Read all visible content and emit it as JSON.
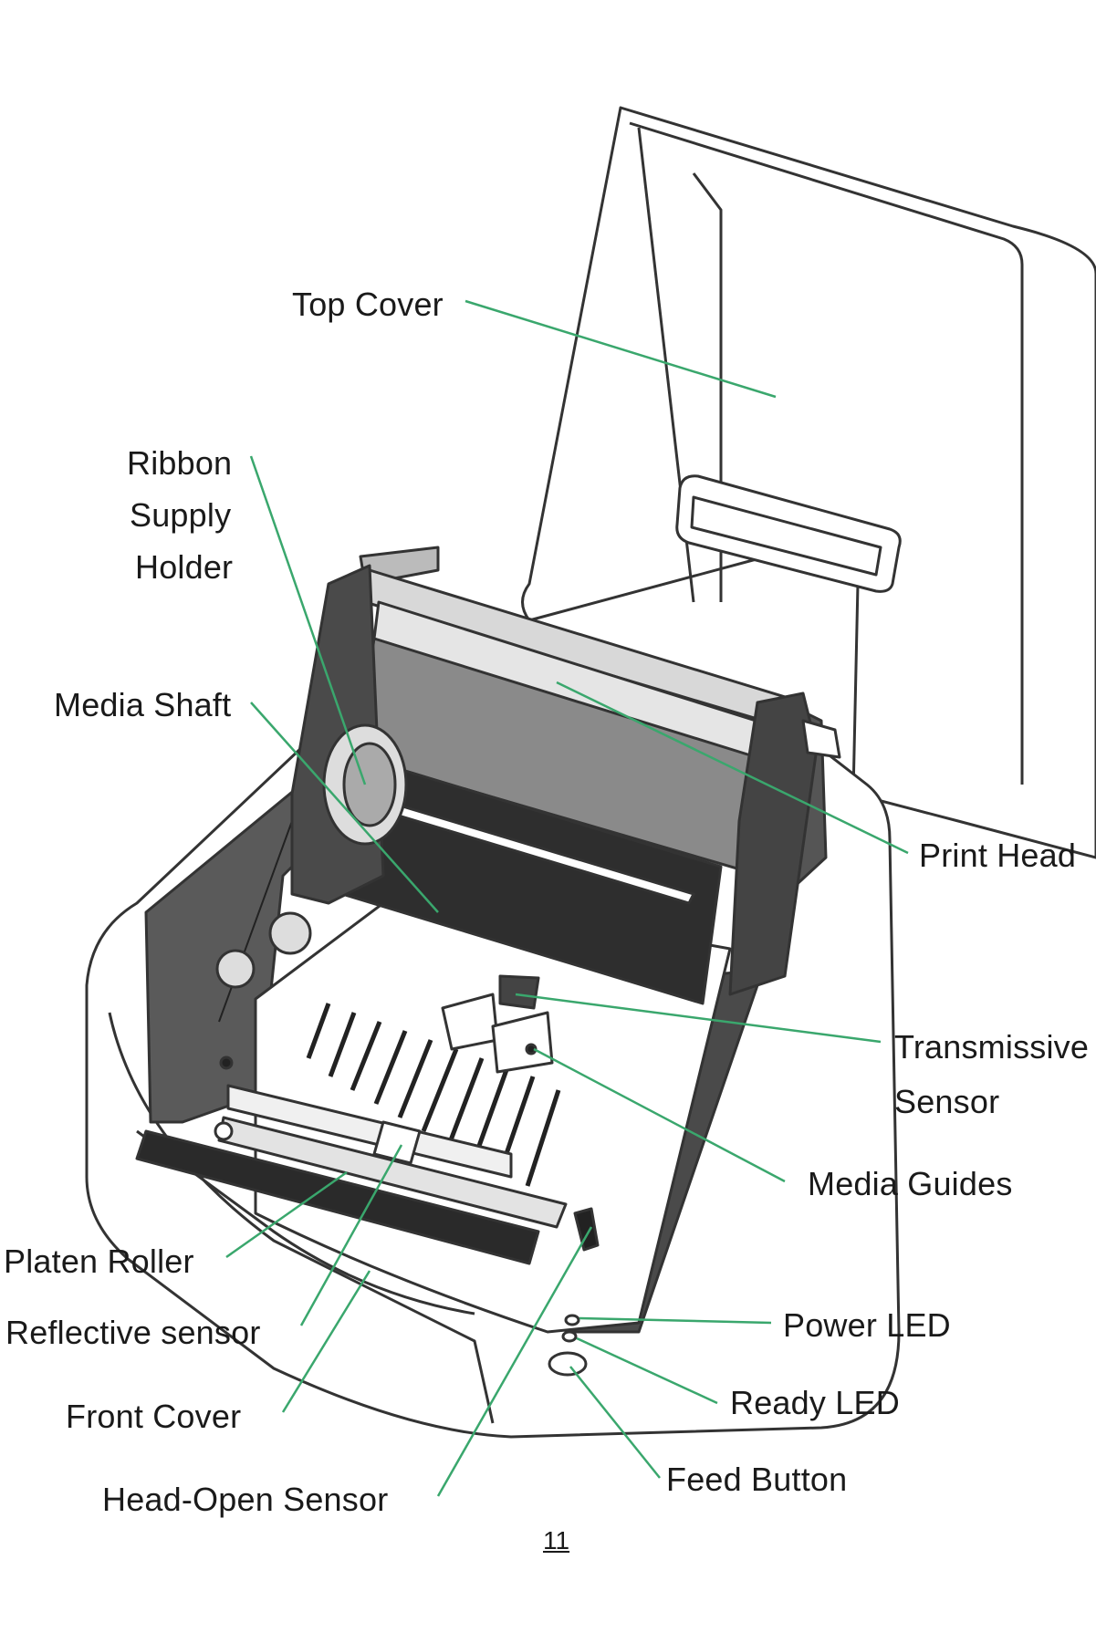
{
  "labels": {
    "top_cover": "Top Cover",
    "ribbon_supply_holder": [
      "Ribbon",
      "Supply",
      "Holder"
    ],
    "media_shaft": "Media Shaft",
    "print_head": "Print Head",
    "transmissive_sensor": [
      "Transmissive",
      "Sensor"
    ],
    "media_guides": "Media  Guides",
    "platen_roller": "Platen Roller",
    "reflective_sensor": "Reflective sensor",
    "front_cover": "Front  Cover",
    "head_open_sensor": "Head-Open  Sensor",
    "power_led": "Power  LED",
    "ready_led": "Ready LED",
    "feed_button": "Feed Button"
  },
  "page_number": "11",
  "colors": {
    "leader": "#3aa76d",
    "outline": "#333333",
    "dark": "#3c3c3c",
    "mid": "#6e6e6e",
    "light": "#c8c8c8"
  }
}
